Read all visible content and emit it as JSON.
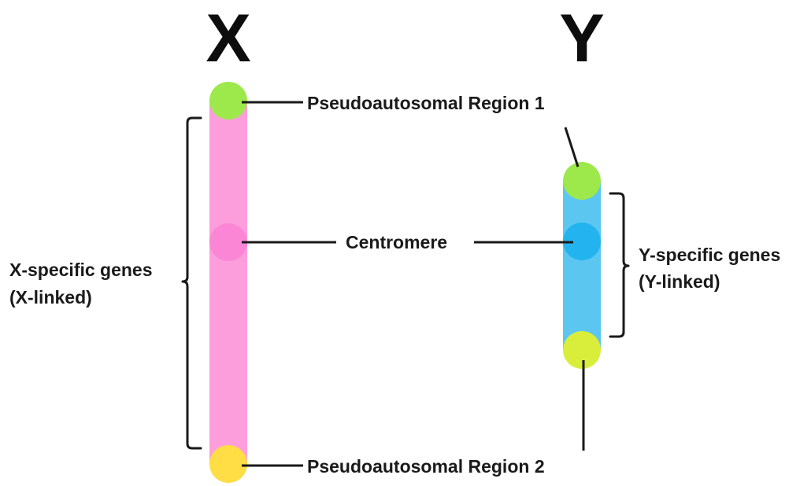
{
  "chromosomes": {
    "x": {
      "letter": "X",
      "body_color": "#fc9edc",
      "centromere_color": "#fb86d6"
    },
    "y": {
      "letter": "Y",
      "body_color": "#5bc7f1",
      "centromere_color": "#23b4ef"
    }
  },
  "regions": {
    "par1": {
      "label": "Pseudoautosomal Region 1",
      "color": "#9de84b"
    },
    "par2": {
      "label": "Pseudoautosomal Region 2",
      "color_x": "#ffdd44",
      "color_y": "#d9ee3a"
    },
    "centromere": {
      "label": "Centromere"
    }
  },
  "annotations": {
    "x_specific": {
      "line1": "X-specific genes",
      "line2": "(X-linked)"
    },
    "y_specific": {
      "line1": "Y-specific genes",
      "line2": "(Y-linked)"
    }
  }
}
